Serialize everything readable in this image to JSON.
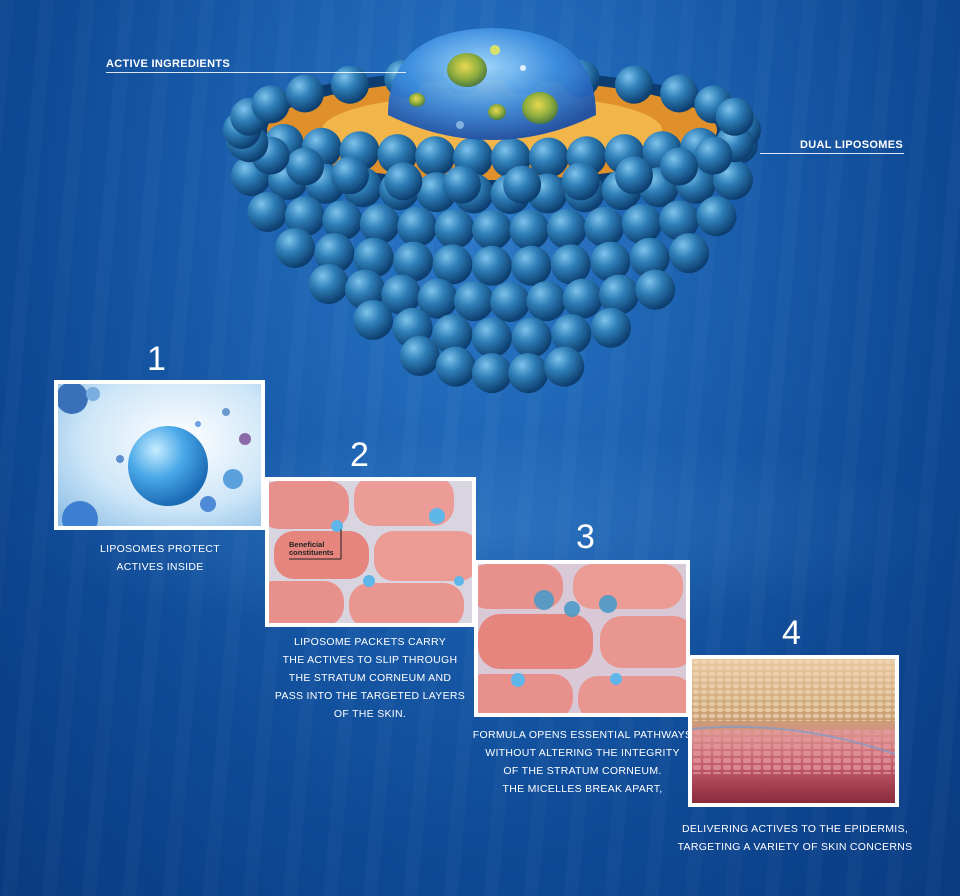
{
  "callouts": {
    "active_ingredients": "ACTIVE INGREDIENTS",
    "dual_liposomes": "DUAL LIPOSOMES"
  },
  "steps": [
    {
      "number": "1",
      "caption": [
        "LIPOSOMES PROTECT",
        "ACTIVES INSIDE"
      ]
    },
    {
      "number": "2",
      "inset_label": "Beneficial constituents",
      "caption": [
        "LIPOSOME PACKETS CARRY",
        "THE ACTIVES TO SLIP THROUGH",
        "THE STRATUM CORNEUM AND",
        "PASS INTO THE TARGETED LAYERS",
        "OF THE SKIN."
      ]
    },
    {
      "number": "3",
      "caption": [
        "FORMULA OPENS ESSENTIAL PATHWAYS",
        "WITHOUT ALTERING THE INTEGRITY",
        "OF THE STRATUM CORNEUM.",
        "THE MICELLES BREAK APART,"
      ]
    },
    {
      "number": "4",
      "caption": [
        "DELIVERING ACTIVES TO THE EPIDERMIS,",
        "TARGETING A VARIETY OF SKIN CONCERNS"
      ]
    }
  ],
  "colors": {
    "background": "#1a5fae",
    "sphere": "#2f7fb8",
    "lipid": "#f0a830",
    "skin_cell": "#e8908c"
  }
}
